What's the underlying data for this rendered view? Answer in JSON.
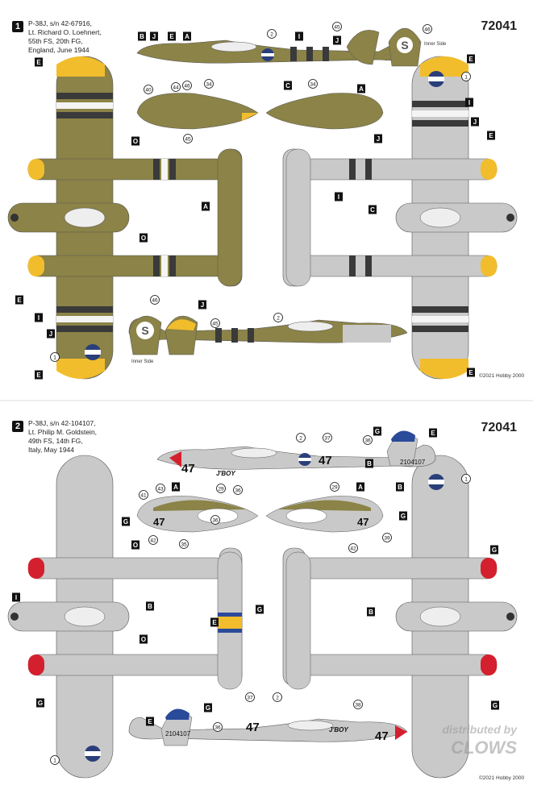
{
  "sheet1": {
    "badge": "1",
    "caption": [
      "P-38J, s/n 42-67916,",
      "Lt. Richard O. Loehnert,",
      "55th FS, 20th FG,",
      "England, June 1944"
    ],
    "code": "72041",
    "inner_side_top": "Inner Side",
    "inner_side_bottom": "Inner Side",
    "copyright": "©2021 Hobby 2000",
    "callouts": [
      "B",
      "J",
      "E",
      "A",
      "2",
      "I",
      "45",
      "J",
      "46",
      "C",
      "40",
      "44",
      "46",
      "34",
      "45",
      "34",
      "A",
      "E",
      "E",
      "1",
      "I",
      "J",
      "E",
      "O",
      "J",
      "A",
      "C",
      "I",
      "O",
      "E",
      "I",
      "J",
      "1",
      "E",
      "46",
      "J",
      "45",
      "2",
      "E"
    ],
    "colors": {
      "olive": "#8b8347",
      "grey": "#c9c9c9",
      "yellow": "#f2bd2c",
      "stripe": "#3a3a3a"
    }
  },
  "sheet2": {
    "badge": "2",
    "caption": [
      "P-38J, s/n 42-104107,",
      "Lt. Philip M. Goldstein,",
      "49th FS, 14th FG,",
      "Italy, May 1944"
    ],
    "code": "72041",
    "copyright": "©2021 Hobby 2000",
    "serial": "2104107",
    "nose_number": "47",
    "nose_name": "J'BOY",
    "callouts": [
      "G",
      "E",
      "36",
      "2",
      "37",
      "B",
      "1",
      "B",
      "41",
      "43",
      "A",
      "29",
      "36",
      "29",
      "A",
      "G",
      "36",
      "G",
      "42",
      "35",
      "42",
      "39",
      "O",
      "G",
      "B",
      "B",
      "I",
      "E",
      "G",
      "O",
      "G",
      "G",
      "G",
      "E",
      "36",
      "37",
      "2",
      "38",
      "1"
    ],
    "colors": {
      "olive": "#8b8347",
      "grey": "#c9c9c9",
      "red": "#d4202e",
      "blue": "#2a4a9a",
      "yellow": "#f2bd2c"
    }
  },
  "watermark": [
    "distributed by",
    "CLOWS"
  ]
}
